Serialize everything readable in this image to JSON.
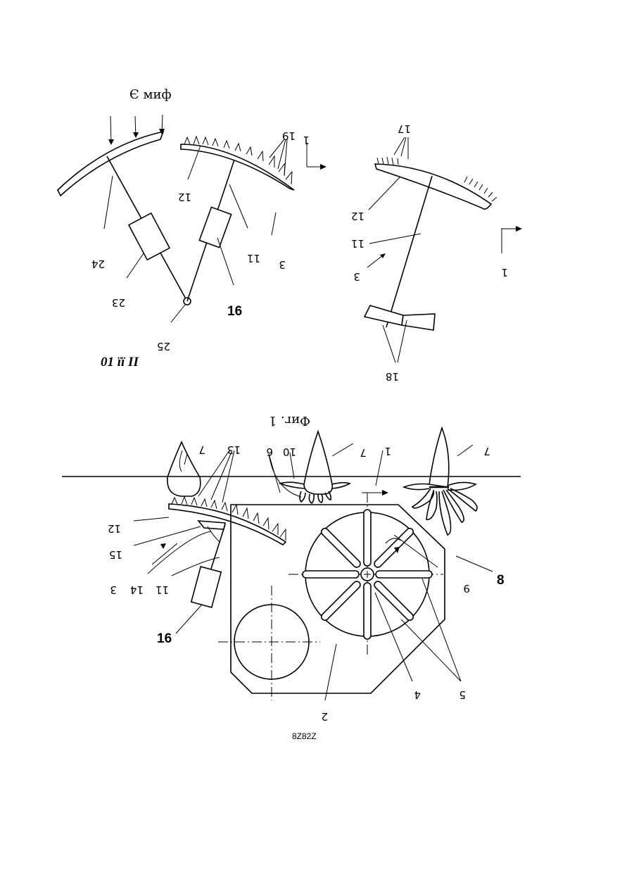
{
  "labels": {
    "fig3_title": "Є миф",
    "fig3_fig_caption": "01    ïï   II",
    "fig2_caption": "Фиг. 1",
    "footer": "8Z82Z",
    "fig3": {
      "n24": "24",
      "n23": "23",
      "n25": "25",
      "n12": "12",
      "n19": "19",
      "n11": "11",
      "n16": "16",
      "n3": "3",
      "n1": "1"
    },
    "fig_right": {
      "n17": "17",
      "n12": "12",
      "n11": "11",
      "n3": "3",
      "n18": "18",
      "n1": "1"
    },
    "fig1": {
      "n7a": "7",
      "n13": "13",
      "n10": "10",
      "n6": "6",
      "n7b": "7",
      "n1": "1",
      "n7c": "7",
      "n12": "12",
      "n15": "15",
      "n3": "3",
      "n14": "14",
      "n11": "11",
      "n9": "9",
      "n8": "8",
      "n16": "16",
      "n2": "2",
      "n4": "4",
      "n5": "5"
    }
  }
}
